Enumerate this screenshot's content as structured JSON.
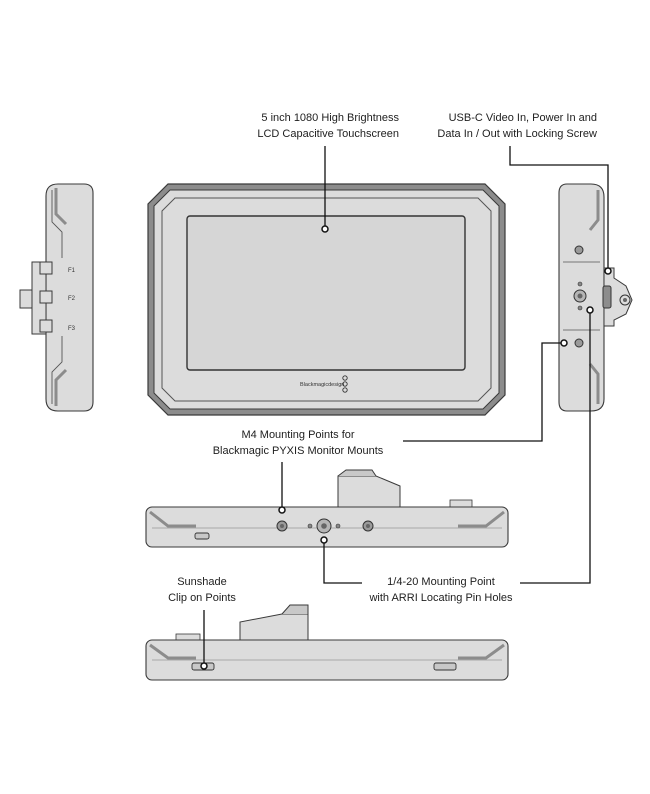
{
  "callouts": {
    "touchscreen": {
      "line1": "5 inch 1080 High Brightness",
      "line2": "LCD Capacitive Touchscreen"
    },
    "usbc": {
      "line1": "USB-C Video In, Power In and",
      "line2": "Data In / Out with Locking Screw"
    },
    "m4": {
      "line1": "M4 Mounting Points for",
      "line2": "Blackmagic PYXIS Monitor Mounts"
    },
    "sunshade": {
      "line1": "Sunshade",
      "line2": "Clip on Points"
    },
    "mount_point": {
      "line1": "1/4-20 Mounting Point",
      "line2": "with ARRI Locating Pin Holes"
    }
  },
  "device": {
    "brand": "Blackmagicdesign",
    "function_keys": [
      "F1",
      "F2",
      "F3"
    ]
  },
  "colors": {
    "body": "#dcdcdc",
    "screen": "#d6d6d6",
    "dark": "#8c8c8c",
    "outline": "#3a3a3a",
    "line": "#111111"
  }
}
